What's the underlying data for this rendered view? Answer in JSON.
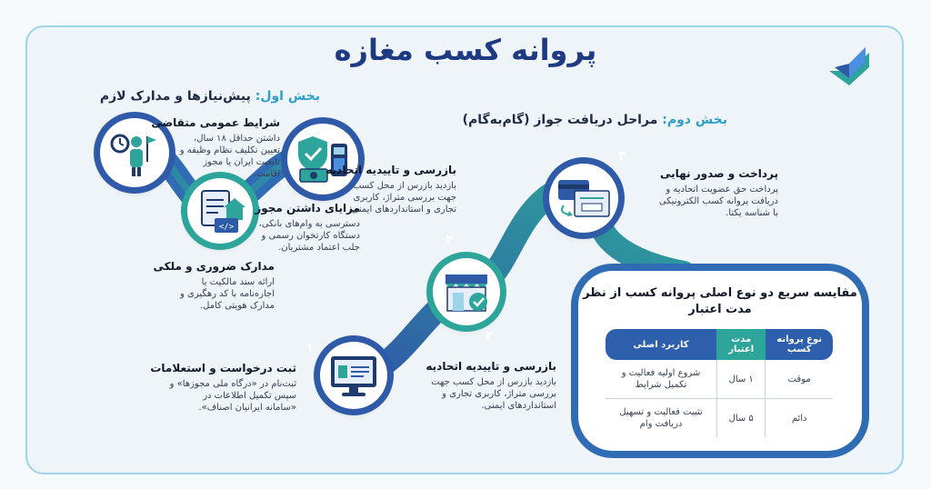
{
  "title": "پروانه کسب مغازه",
  "section1": {
    "tag": "بخش اول:",
    "heading": "پیش‌نیازها و مدارک لازم",
    "items": [
      {
        "title": "شرایط عمومی متقاضی",
        "text": "داشتن حداقل ۱۸ سال، تعیین تکلیف نظام وظیفه و تابعیت ایران یا مجوز اقامت."
      },
      {
        "title": "مزایای داشتن مجوز",
        "text": "دسترسی به وام‌های بانکی، دستگاه کارتخوان رسمی و جلب اعتماد مشتریان."
      },
      {
        "title": "مدارک ضروری و ملکی",
        "text": "ارائه سند مالکیت یا اجاره‌نامه با کد رهگیری و مدارک هویتی کامل."
      }
    ]
  },
  "section2": {
    "tag": "بخش دوم:",
    "heading": "مراحل دریافت جواز (گام‌به‌گام)",
    "steps": [
      {
        "num": "۱",
        "title": "ثبت درخواست و استعلامات",
        "text": "ثبت‌نام در «درگاه ملی مجوزها» و سپس تکمیل اطلاعات در «سامانه ایرانیان اصناف»."
      },
      {
        "num": "۲",
        "title": "بازرسی و تاییدیه اتحادیه",
        "text": "بازدید بازرس از محل کسب جهت بررسی متراژ، کاربری تجاری و استانداردهای ایمنی."
      },
      {
        "num": "۲",
        "title": "بازرسی و تاییدیه اتحادیه",
        "text": "بازدید بازرس از محل کسب جهت بررسی متراژ، کاربری تجاری و استانداردهای ایمنی."
      },
      {
        "num": "۳",
        "title": "پرداخت و صدور نهایی",
        "text": "پرداخت حق عضویت اتحادیه و دریافت پروانه کسب الکترونیکی با شناسه یکتا."
      }
    ]
  },
  "comparison": {
    "title": "مقایسه سریع دو نوع اصلی پروانه کسب از نظر مدت اعتبار",
    "headers": [
      "نوع پروانه کسب",
      "مدت اعتبار",
      "کاربرد اصلی"
    ],
    "rows": [
      [
        "موقت",
        "۱ سال",
        "شروع اولیه فعالیت و تکمیل شرایط"
      ],
      [
        "دائم",
        "۵ سال",
        "تثبیت فعالیت و تسهیل دریافت وام"
      ]
    ]
  },
  "icons": {
    "requirements": "person-clock-flag-icon",
    "benefits": "shield-money-pos-icon",
    "documents": "document-house-icon",
    "register": "computer-emblem-icon",
    "inspection": "storefront-badge-icon",
    "payment": "card-certificate-icon",
    "logo": "brand-logo-icon"
  },
  "colors": {
    "blue": "#2f5aa8",
    "green": "#2ea59a",
    "title": "#1e3a82",
    "accent": "#2f9fc8"
  }
}
